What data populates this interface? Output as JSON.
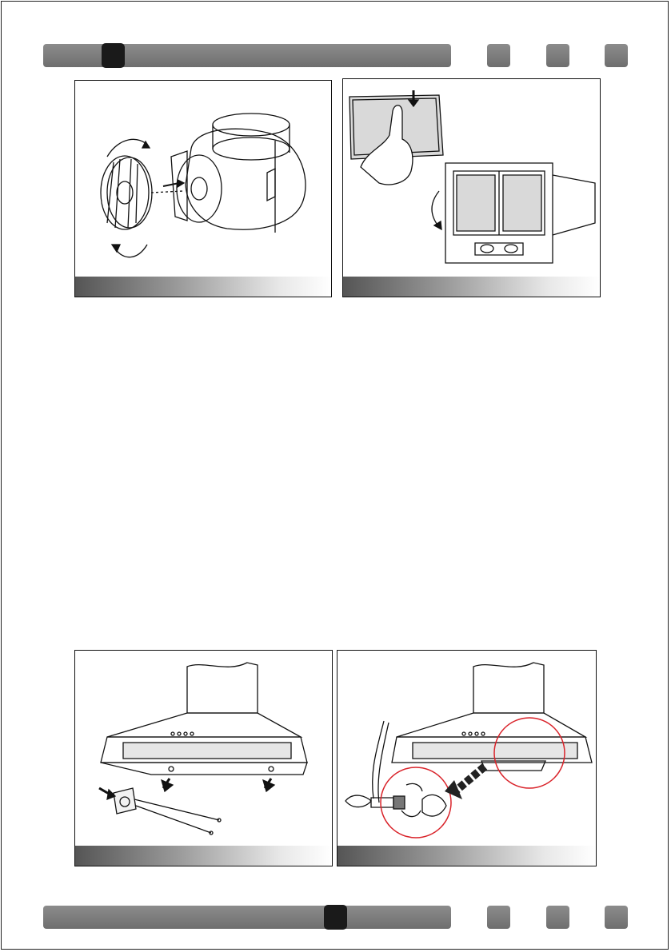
{
  "page": {
    "header_bar": {
      "marker": "dark-tab-marker",
      "squares": 3
    },
    "footer_bar": {
      "marker": "dark-tab-marker",
      "squares": 3
    }
  },
  "figures": [
    {
      "id": "fan-removal",
      "icons": [
        "fan-wheel",
        "blower-motor",
        "rotation-arrow",
        "insert-arrow"
      ]
    },
    {
      "id": "grease-filter-removal",
      "icons": [
        "grease-filter",
        "hand",
        "push-arrow",
        "hood-front",
        "swing-arrow"
      ]
    },
    {
      "id": "light-cover-removal",
      "icons": [
        "chimney-hood",
        "push-arrow",
        "lamp-switch"
      ]
    },
    {
      "id": "bulb-replacement",
      "icons": [
        "chimney-hood",
        "highlight-circle",
        "bulb",
        "rotation-arrow",
        "direction-arrow"
      ]
    }
  ],
  "colors": {
    "bar": "#7c7c7c",
    "marker": "#1a1a1a",
    "highlight": "#d9232a"
  }
}
